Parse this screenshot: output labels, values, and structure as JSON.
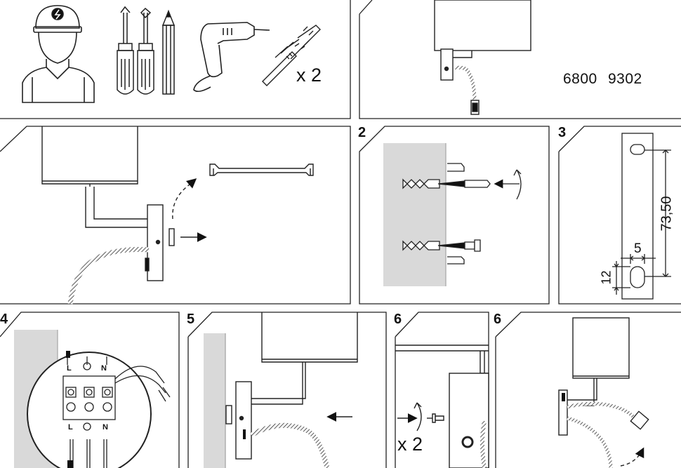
{
  "tools_panel": {
    "quantity": "x 2"
  },
  "product_panel": {
    "codes": [
      "6800",
      "9302"
    ]
  },
  "steps": [
    "2",
    "3",
    "4",
    "5",
    "6",
    "6"
  ],
  "bracket_panel": {
    "dim_height": "73,50",
    "dim_width": "5",
    "dim_slot": "12"
  },
  "wiring_panel": {
    "terminal_top": [
      "L",
      "N"
    ],
    "terminal_bottom": [
      "L",
      "N"
    ]
  },
  "screw_panel": {
    "quantity": "x 2"
  }
}
